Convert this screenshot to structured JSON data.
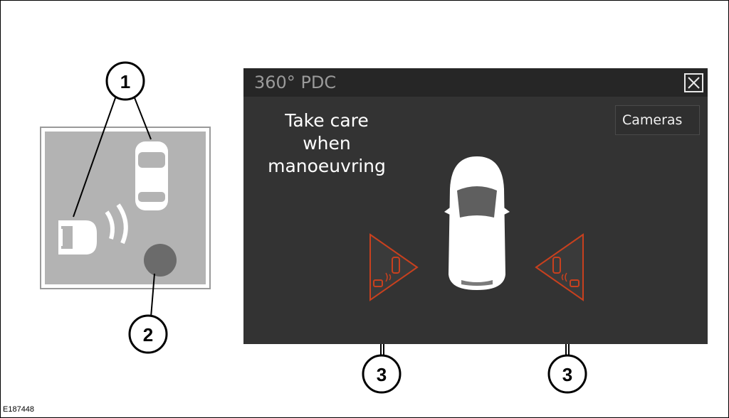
{
  "figure_id": "E187448",
  "screen": {
    "title": "360° PDC",
    "warning_text": "Take care when manoeuvring",
    "cameras_button_label": "Cameras"
  },
  "callouts": [
    {
      "label": "1"
    },
    {
      "label": "2"
    },
    {
      "label": "3"
    },
    {
      "label": "3"
    }
  ],
  "colors": {
    "screen_background": "#333333",
    "header_background": "#262626",
    "warning_orange": "#c8401e",
    "inset_background": "#b3b3b3"
  },
  "icons": {
    "close": "close-icon",
    "car": "car-top-view-icon",
    "cross-traffic-left": "cross-traffic-warning-left-icon",
    "cross-traffic-right": "cross-traffic-warning-right-icon"
  }
}
